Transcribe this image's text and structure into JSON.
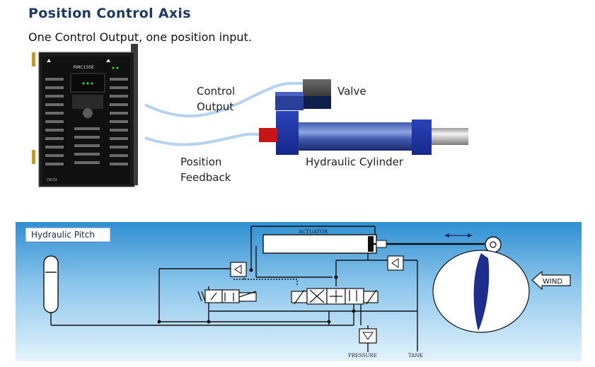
{
  "header": {
    "title": "Position Control Axis",
    "subtitle": "One Control Output, one position input."
  },
  "top_diagram": {
    "control_output": [
      "Control",
      "Output"
    ],
    "position_feedback": [
      "Position",
      "Feedback"
    ],
    "valve": "Valve",
    "hydraulic_cylinder": "Hydraulic Cylinder",
    "controller_model": "RMC150E",
    "controller_brand": "DELTA"
  },
  "pitch_diagram": {
    "title": "Hydraulic Pitch",
    "actuator": "ACTUATOR",
    "pressure": "PRESSURE",
    "tank": "TANK",
    "wind": "WIND"
  },
  "colors": {
    "title": "#1f3a66",
    "hose": "#a8c8ec",
    "cylinder_dark": "#1e2e7a",
    "cylinder_light": "#5a78c8",
    "valve_blue": "#2a3f9a",
    "feedback_red": "#c81414",
    "pitch_bg_top": "#3a9ad6",
    "pitch_bg_bottom": "#dff0fb"
  }
}
